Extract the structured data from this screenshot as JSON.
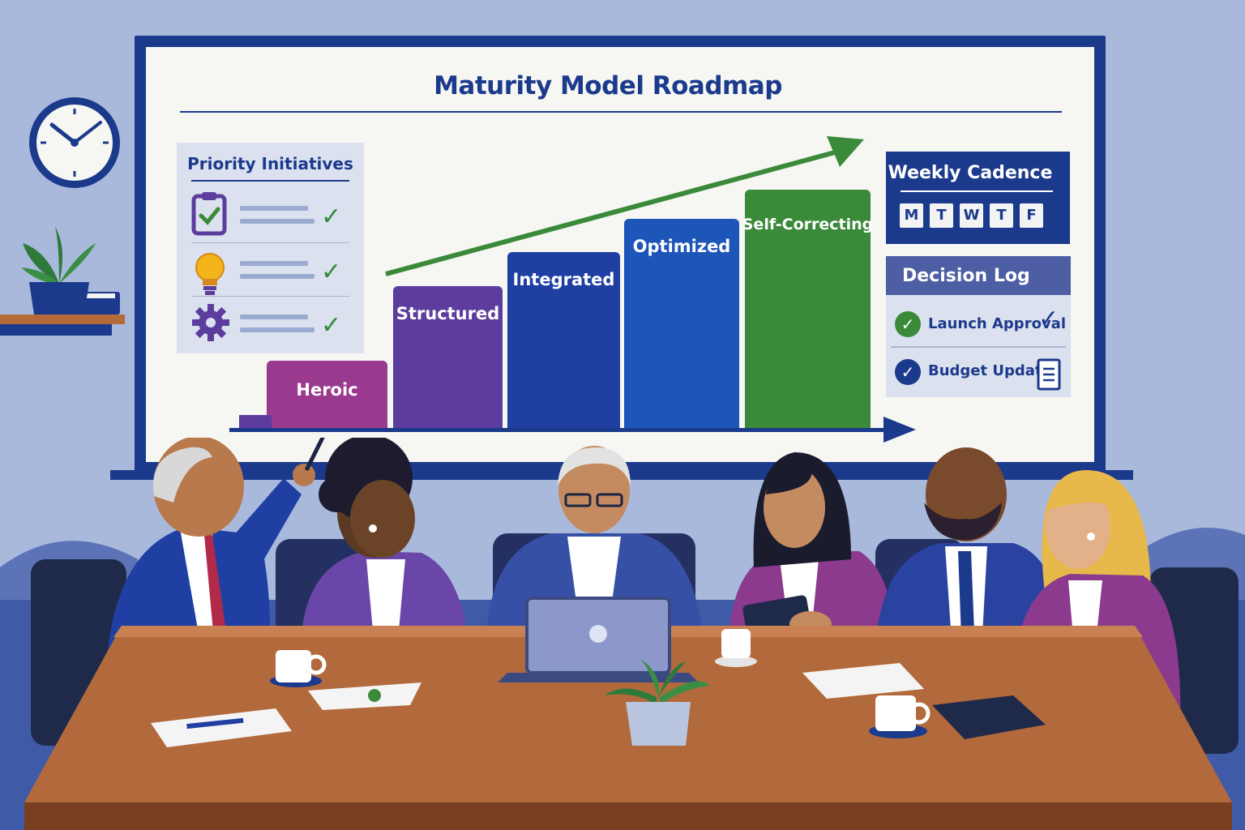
{
  "board": {
    "title": "Maturity Model Roadmap",
    "priority_panel": {
      "title": "Priority Initiatives",
      "items": [
        {
          "icon": "clipboard-check-icon",
          "status": "done"
        },
        {
          "icon": "lightbulb-icon",
          "status": "done"
        },
        {
          "icon": "gear-icon",
          "status": "done"
        }
      ]
    },
    "stages": [
      {
        "label": "Heroic",
        "color": "#9a3a8e"
      },
      {
        "label": "Structured",
        "color": "#5c3d9e"
      },
      {
        "label": "Integrated",
        "color": "#1f3fa3"
      },
      {
        "label": "Optimized",
        "color": "#1d56b8"
      },
      {
        "label": "Self-Correcting",
        "color": "#3a8a3a"
      }
    ],
    "cadence": {
      "title": "Weekly Cadence",
      "days": [
        "M",
        "T",
        "W",
        "T",
        "F"
      ]
    },
    "decision_log": {
      "title": "Decision Log",
      "items": [
        {
          "label": "Launch Approval",
          "icon": "checkmark-icon"
        },
        {
          "label": "Budget Update",
          "icon": "document-icon"
        }
      ]
    }
  },
  "colors": {
    "navy": "#1b3a8c",
    "green": "#3a8a3a",
    "wall": "#a9b9dc",
    "table": "#b2693c"
  }
}
